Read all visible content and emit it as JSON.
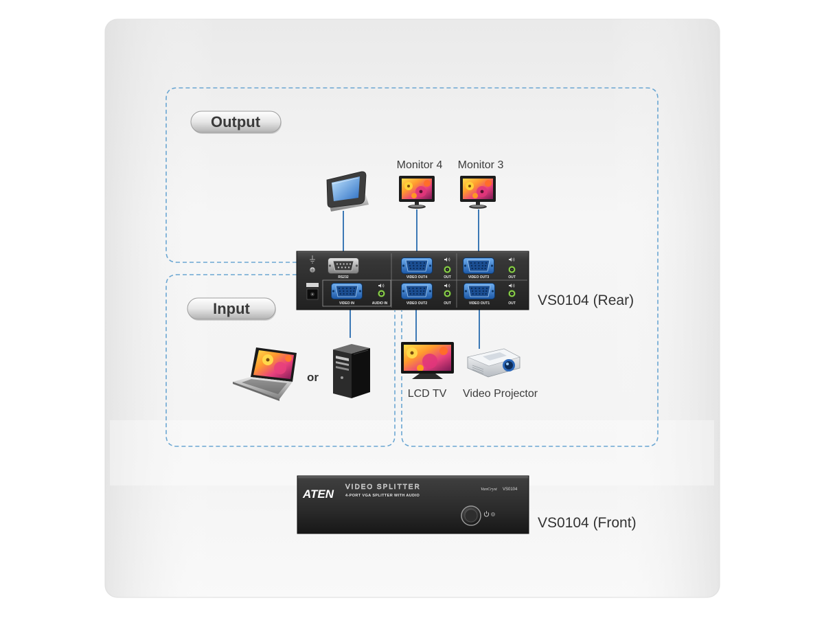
{
  "diagram": {
    "output_region_label": "Output",
    "input_region_label": "Input"
  },
  "outputs": {
    "monitor4": "Monitor 4",
    "monitor3": "Monitor 3",
    "lcd_tv": "LCD TV",
    "video_projector": "Video Projector"
  },
  "inputs": {
    "alternative_separator": "or"
  },
  "rear_panel": {
    "caption": "VS0104 (Rear)",
    "rs232": "RS232",
    "video_out4": "VIDEO OUT4",
    "audio_out4": "OUT",
    "video_out3": "VIDEO OUT3",
    "audio_out3": "OUT",
    "video_in": "VIDEO IN",
    "audio_in": "AUDIO IN",
    "video_out2": "VIDEO OUT2",
    "audio_out2": "OUT",
    "video_out1": "VIDEO OUT1",
    "audio_out1": "OUT"
  },
  "front_panel": {
    "caption": "VS0104 (Front)",
    "brand": "ATEN",
    "product_type": "VIDEO SPLITTER",
    "product_description": "4-PORT VGA SPLITTER WITH AUDIO",
    "series": "VanCryst",
    "model": "VS0104"
  },
  "icons": {
    "touch_panel": "touch-panel-icon",
    "monitor": "monitor-icon",
    "laptop": "laptop-icon",
    "desktop_pc": "desktop-tower-icon",
    "lcd_tv": "lcd-tv-icon",
    "projector": "projector-icon",
    "power_button": "power-icon"
  },
  "colors": {
    "region_border": "#6aa6d2",
    "connection_line": "#3b78b5",
    "device_body": "#2b2b2b",
    "vga_port": "#2f6fc0",
    "audio_jack": "#8ccf4c",
    "label_text": "#3b3b3b"
  }
}
